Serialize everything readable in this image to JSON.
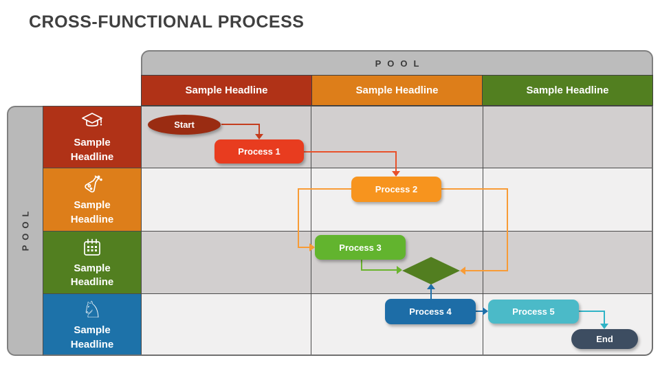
{
  "title": "CROSS-FUNCTIONAL PROCESS",
  "pool_top": {
    "label": "POOL"
  },
  "pool_left": {
    "label": "POOL"
  },
  "columns": [
    {
      "label": "Sample Headline",
      "color": "#b03217"
    },
    {
      "label": "Sample Headline",
      "color": "#dd7e1a"
    },
    {
      "label": "Sample Headline",
      "color": "#527f20"
    }
  ],
  "lanes": [
    {
      "label": "Sample Headline",
      "icon": "graduation-cap-icon",
      "color": "#b03217"
    },
    {
      "label": "Sample Headline",
      "icon": "flask-icon",
      "color": "#dd7e1a"
    },
    {
      "label": "Sample Headline",
      "icon": "calendar-icon",
      "color": "#527f20"
    },
    {
      "label": "Sample Headline",
      "icon": "chess-knight-icon",
      "color": "#1d72a9"
    }
  ],
  "nodes": {
    "start": {
      "label": "Start",
      "shape": "terminator",
      "color": "#9a2c12",
      "lane": 1,
      "column": 1
    },
    "process1": {
      "label": "Process 1",
      "shape": "process",
      "color": "#e83c1f",
      "lane": 1,
      "column": 1
    },
    "process2": {
      "label": "Process 2",
      "shape": "process",
      "color": "#f7941e",
      "lane": 2,
      "column": 2
    },
    "process3": {
      "label": "Process 3",
      "shape": "process",
      "color": "#62b42e",
      "lane": 3,
      "column": 2
    },
    "decision": {
      "label": "",
      "shape": "diamond",
      "color": "#527e20",
      "lane": 3,
      "column": 2
    },
    "process4": {
      "label": "Process 4",
      "shape": "process",
      "color": "#1d6da7",
      "lane": 4,
      "column": 2
    },
    "process5": {
      "label": "Process 5",
      "shape": "process",
      "color": "#4bbac8",
      "lane": 4,
      "column": 3
    },
    "end": {
      "label": "End",
      "shape": "terminator",
      "color": "#3d4d61",
      "lane": 4,
      "column": 3
    }
  },
  "flow": [
    {
      "from": "start",
      "to": "process2_via_process1",
      "note": "Start → Process 1",
      "color": "#c43d1e"
    },
    {
      "from": "process1",
      "to": "process2",
      "color": "#e85029"
    },
    {
      "from": "process2",
      "to": "process3",
      "color": "#f89b35"
    },
    {
      "from": "process2",
      "to": "decision",
      "color": "#f89b35"
    },
    {
      "from": "process3",
      "to": "decision",
      "color": "#6ab42d"
    },
    {
      "from": "process4",
      "to": "decision",
      "color": "#1e6fa8"
    },
    {
      "from": "process4",
      "to": "process5",
      "color": "#1e6fa8"
    },
    {
      "from": "process5",
      "to": "end",
      "color": "#2fb3c6"
    }
  ],
  "grid_style": {
    "row_bg_odd": "#d2cfcf",
    "row_bg_even": "#f1f0f0",
    "line_color": "#4a4a4a",
    "pool_bar_bg": "#bcbcbc"
  }
}
